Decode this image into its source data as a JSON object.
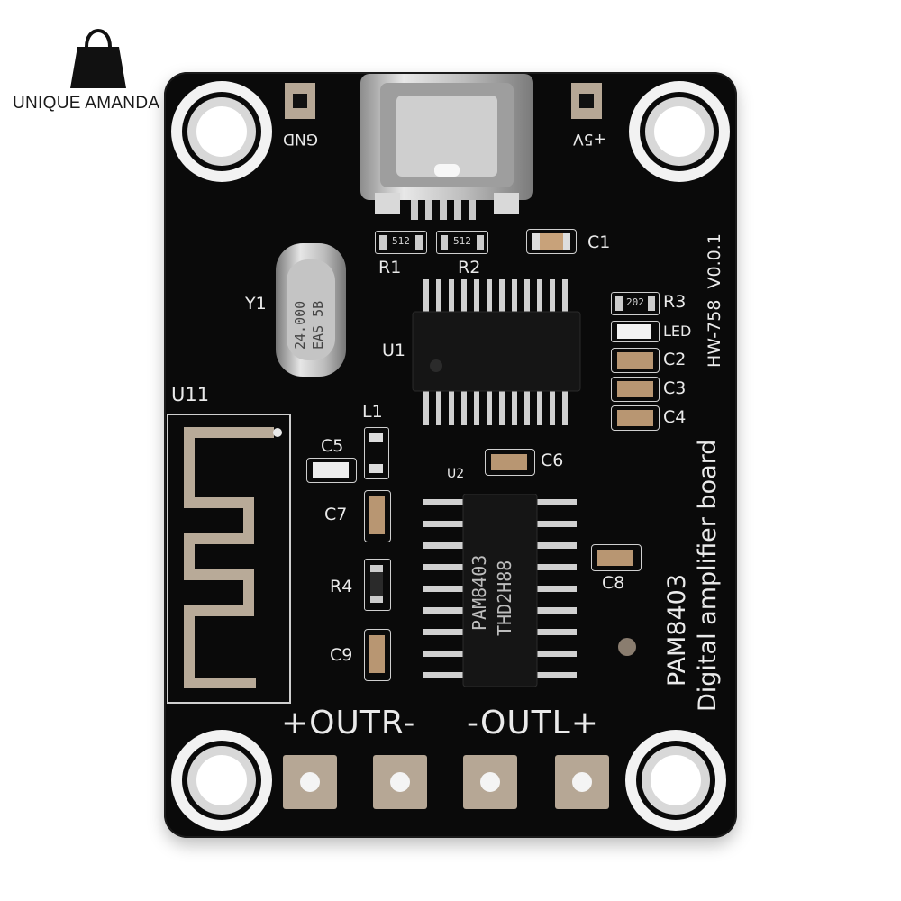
{
  "logo": {
    "name": "UNIQUE AMANDA",
    "icon": "handbag-icon"
  },
  "board": {
    "model": "HW-758",
    "version": "V0.0.1",
    "title_line1": "PAM8403",
    "title_line2": "Digital amplifier board",
    "labels": {
      "gnd": "GND",
      "vcc": "+5V",
      "c1": "C1",
      "r1": "R1",
      "r2": "R2",
      "y1": "Y1",
      "u1": "U1",
      "u11": "U11",
      "r3": "R3",
      "led": "LED",
      "c2": "C2",
      "c3": "C3",
      "c4": "C4",
      "l1": "L1",
      "c5": "C5",
      "c6": "C6",
      "u2": "U2",
      "c7": "C7",
      "c8": "C8",
      "r4": "R4",
      "c9": "C9"
    },
    "outputs": {
      "right": "+OUTR-",
      "left": "-OUTL+"
    },
    "crystal": {
      "line1": "24.000",
      "line2": "EAS 5B"
    },
    "chip_u2": {
      "line1": "PAM8403",
      "line2": "THD2H88"
    },
    "resistor_r1": "512",
    "resistor_r2": "512",
    "resistor_r3": "202"
  },
  "colors": {
    "pcb": "#0a0a0a",
    "silkscreen": "#eaeaea",
    "pad": "#b6a795",
    "mount_ring": "#f2f2f2"
  }
}
